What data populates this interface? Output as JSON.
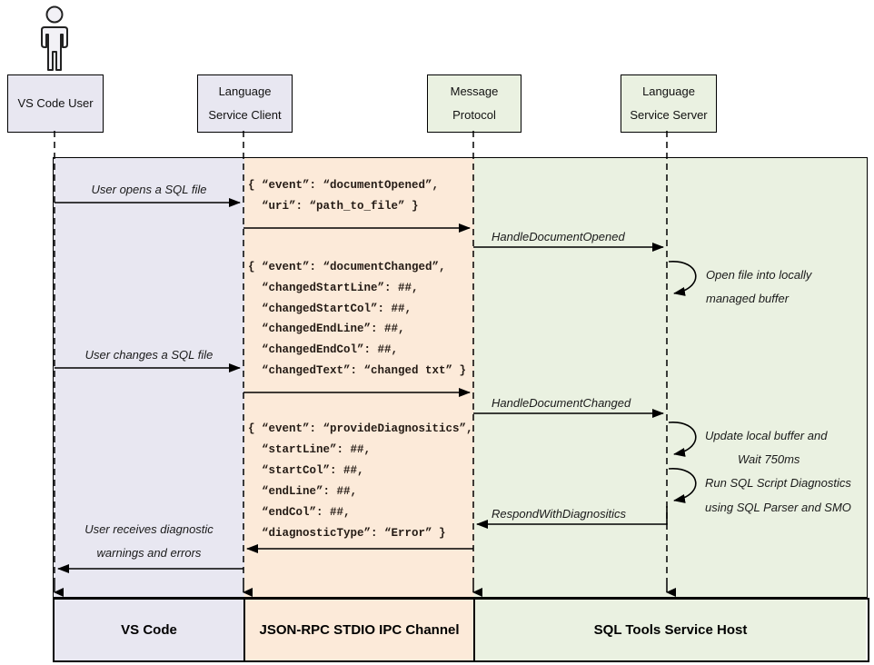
{
  "actors": {
    "user": {
      "label": "VS Code User"
    },
    "client": {
      "line1": "Language",
      "line2": "Service Client"
    },
    "protocol": {
      "line1": "Message",
      "line2": "Protocol"
    },
    "server": {
      "line1": "Language",
      "line2": "Service Server"
    }
  },
  "messages": {
    "open_file": "User opens a SQL file",
    "handle_opened": "HandleDocumentOpened",
    "change_file": "User changes a SQL file",
    "handle_changed": "HandleDocumentChanged",
    "respond_diag": "RespondWithDiagnositics",
    "receive_line1": "User receives diagnostic",
    "receive_line2": "warnings and errors"
  },
  "notes": {
    "open_buffer": {
      "line1": "Open file into locally",
      "line2": "managed buffer"
    },
    "update_buffer": {
      "line1": "Update local buffer and",
      "line2": "Wait 750ms"
    },
    "run_diag": {
      "line1": "Run SQL Script Diagnostics",
      "line2": "using SQL Parser and SMO"
    }
  },
  "json_blocks": {
    "document_opened": [
      "{ “event”: “documentOpened”,",
      "  “uri”: “path_to_file” }"
    ],
    "document_changed": [
      "{ “event”: “documentChanged”,",
      "  “changedStartLine”: ##,",
      "  “changedStartCol”: ##,",
      "  “changedEndLine”: ##,",
      "  “changedEndCol”: ##,",
      "  “changedText”: “changed txt” }"
    ],
    "provide_diagnostics": [
      "{ “event”: “provideDiagnositics”,",
      "  “startLine”: ##,",
      "  “startCol”: ##,",
      "  “endLine”: ##,",
      "  “endCol”: ##,",
      "  “diagnosticType”: “Error” }"
    ]
  },
  "lanes": {
    "vscode": {
      "label": "VS Code"
    },
    "ipc": {
      "label": "JSON-RPC STDIO IPC Channel"
    },
    "host": {
      "label": "SQL Tools Service Host"
    }
  },
  "colors": {
    "lavender": "#e8e7f1",
    "peach": "#fcead9",
    "green": "#eaf1e1",
    "line": "#000000",
    "json_text": "#241b15"
  }
}
